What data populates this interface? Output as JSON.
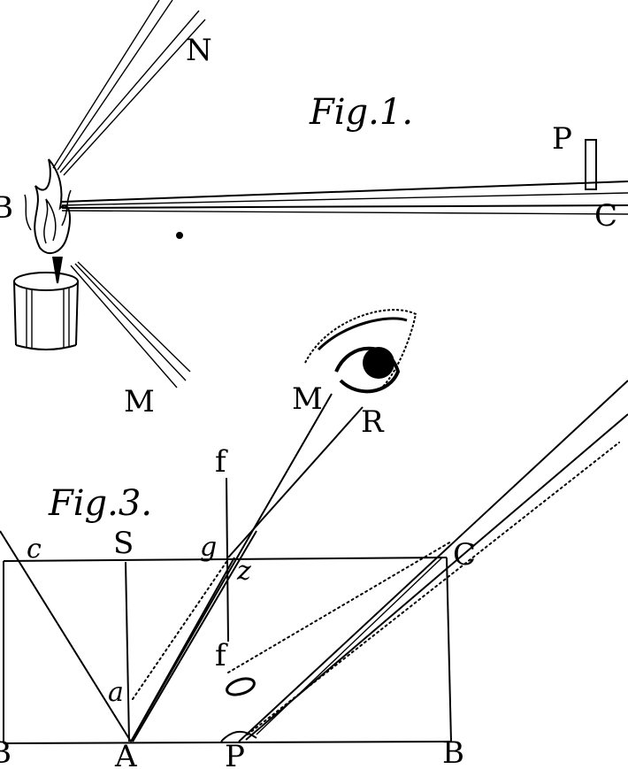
{
  "figure1": {
    "title": "Fig.1.",
    "labels": {
      "N": "N",
      "P": "P",
      "B": "B",
      "M_left": "M",
      "M_eye": "M",
      "R": "R",
      "C": "C"
    }
  },
  "figure3": {
    "title": "Fig.3.",
    "labels": {
      "c": "c",
      "S": "S",
      "g": "g",
      "z": "z",
      "C": "C",
      "f_top": "f",
      "f_bottom": "f",
      "a": "a",
      "B_left": "B",
      "A": "A",
      "P": "P",
      "B_right": "B"
    }
  }
}
